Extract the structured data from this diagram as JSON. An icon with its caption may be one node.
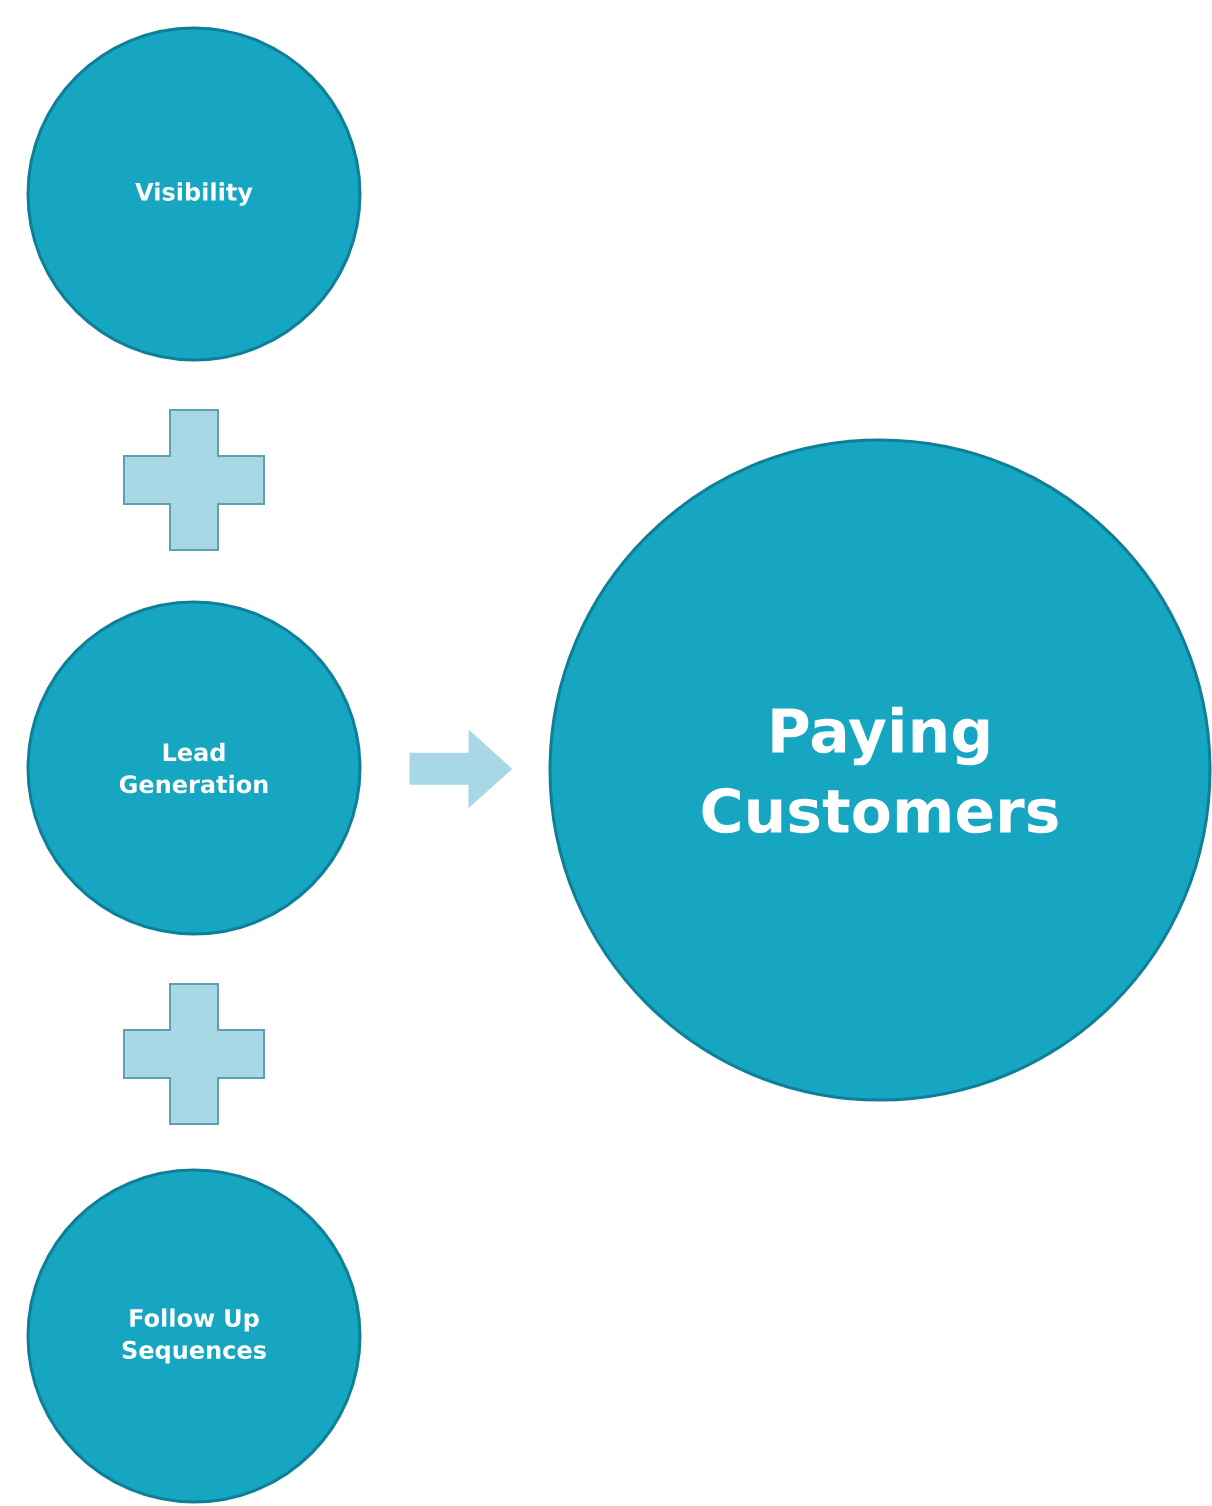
{
  "diagram": {
    "nodes": [
      {
        "text": [
          "Visibility"
        ]
      },
      {
        "text": [
          "Lead Generation"
        ]
      },
      {
        "text": [
          "Follow Up Sequences"
        ]
      },
      {
        "text": [
          "Paying Customers"
        ]
      }
    ],
    "edges": [
      {
        "from": 1,
        "to": 3,
        "arrow": "to"
      }
    ]
  }
}
